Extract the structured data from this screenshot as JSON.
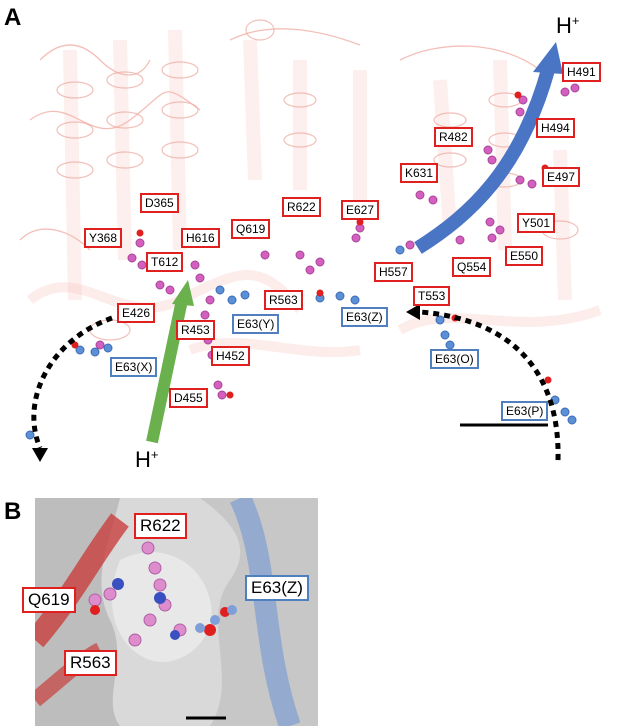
{
  "panel_a": {
    "letter": "A",
    "proton_top": "H",
    "proton_bottom": "H",
    "proton_sup": "+",
    "red_labels": [
      "H491",
      "H494",
      "R482",
      "E497",
      "K631",
      "D365",
      "R622",
      "E627",
      "Q619",
      "Y368",
      "H616",
      "Y501",
      "E550",
      "T612",
      "H557",
      "Q554",
      "R563",
      "T553",
      "E426",
      "R453",
      "H452",
      "D455"
    ],
    "blue_labels": [
      "E63(Y)",
      "E63(Z)",
      "E63(X)",
      "E63(O)",
      "E63(P)"
    ]
  },
  "panel_b": {
    "letter": "B",
    "red_labels": [
      "R622",
      "Q619",
      "R563"
    ],
    "blue_labels": [
      "E63(Z)"
    ]
  },
  "colors": {
    "red_box": "#e0201f",
    "blue_box": "#4f7fbf",
    "ribbon": "#f6c8c2",
    "blue_arrow": "#4a74c4",
    "green_arrow": "#6ab04c",
    "magenta_residue": "#d35fbf",
    "blue_residue": "#5b8fd6"
  }
}
